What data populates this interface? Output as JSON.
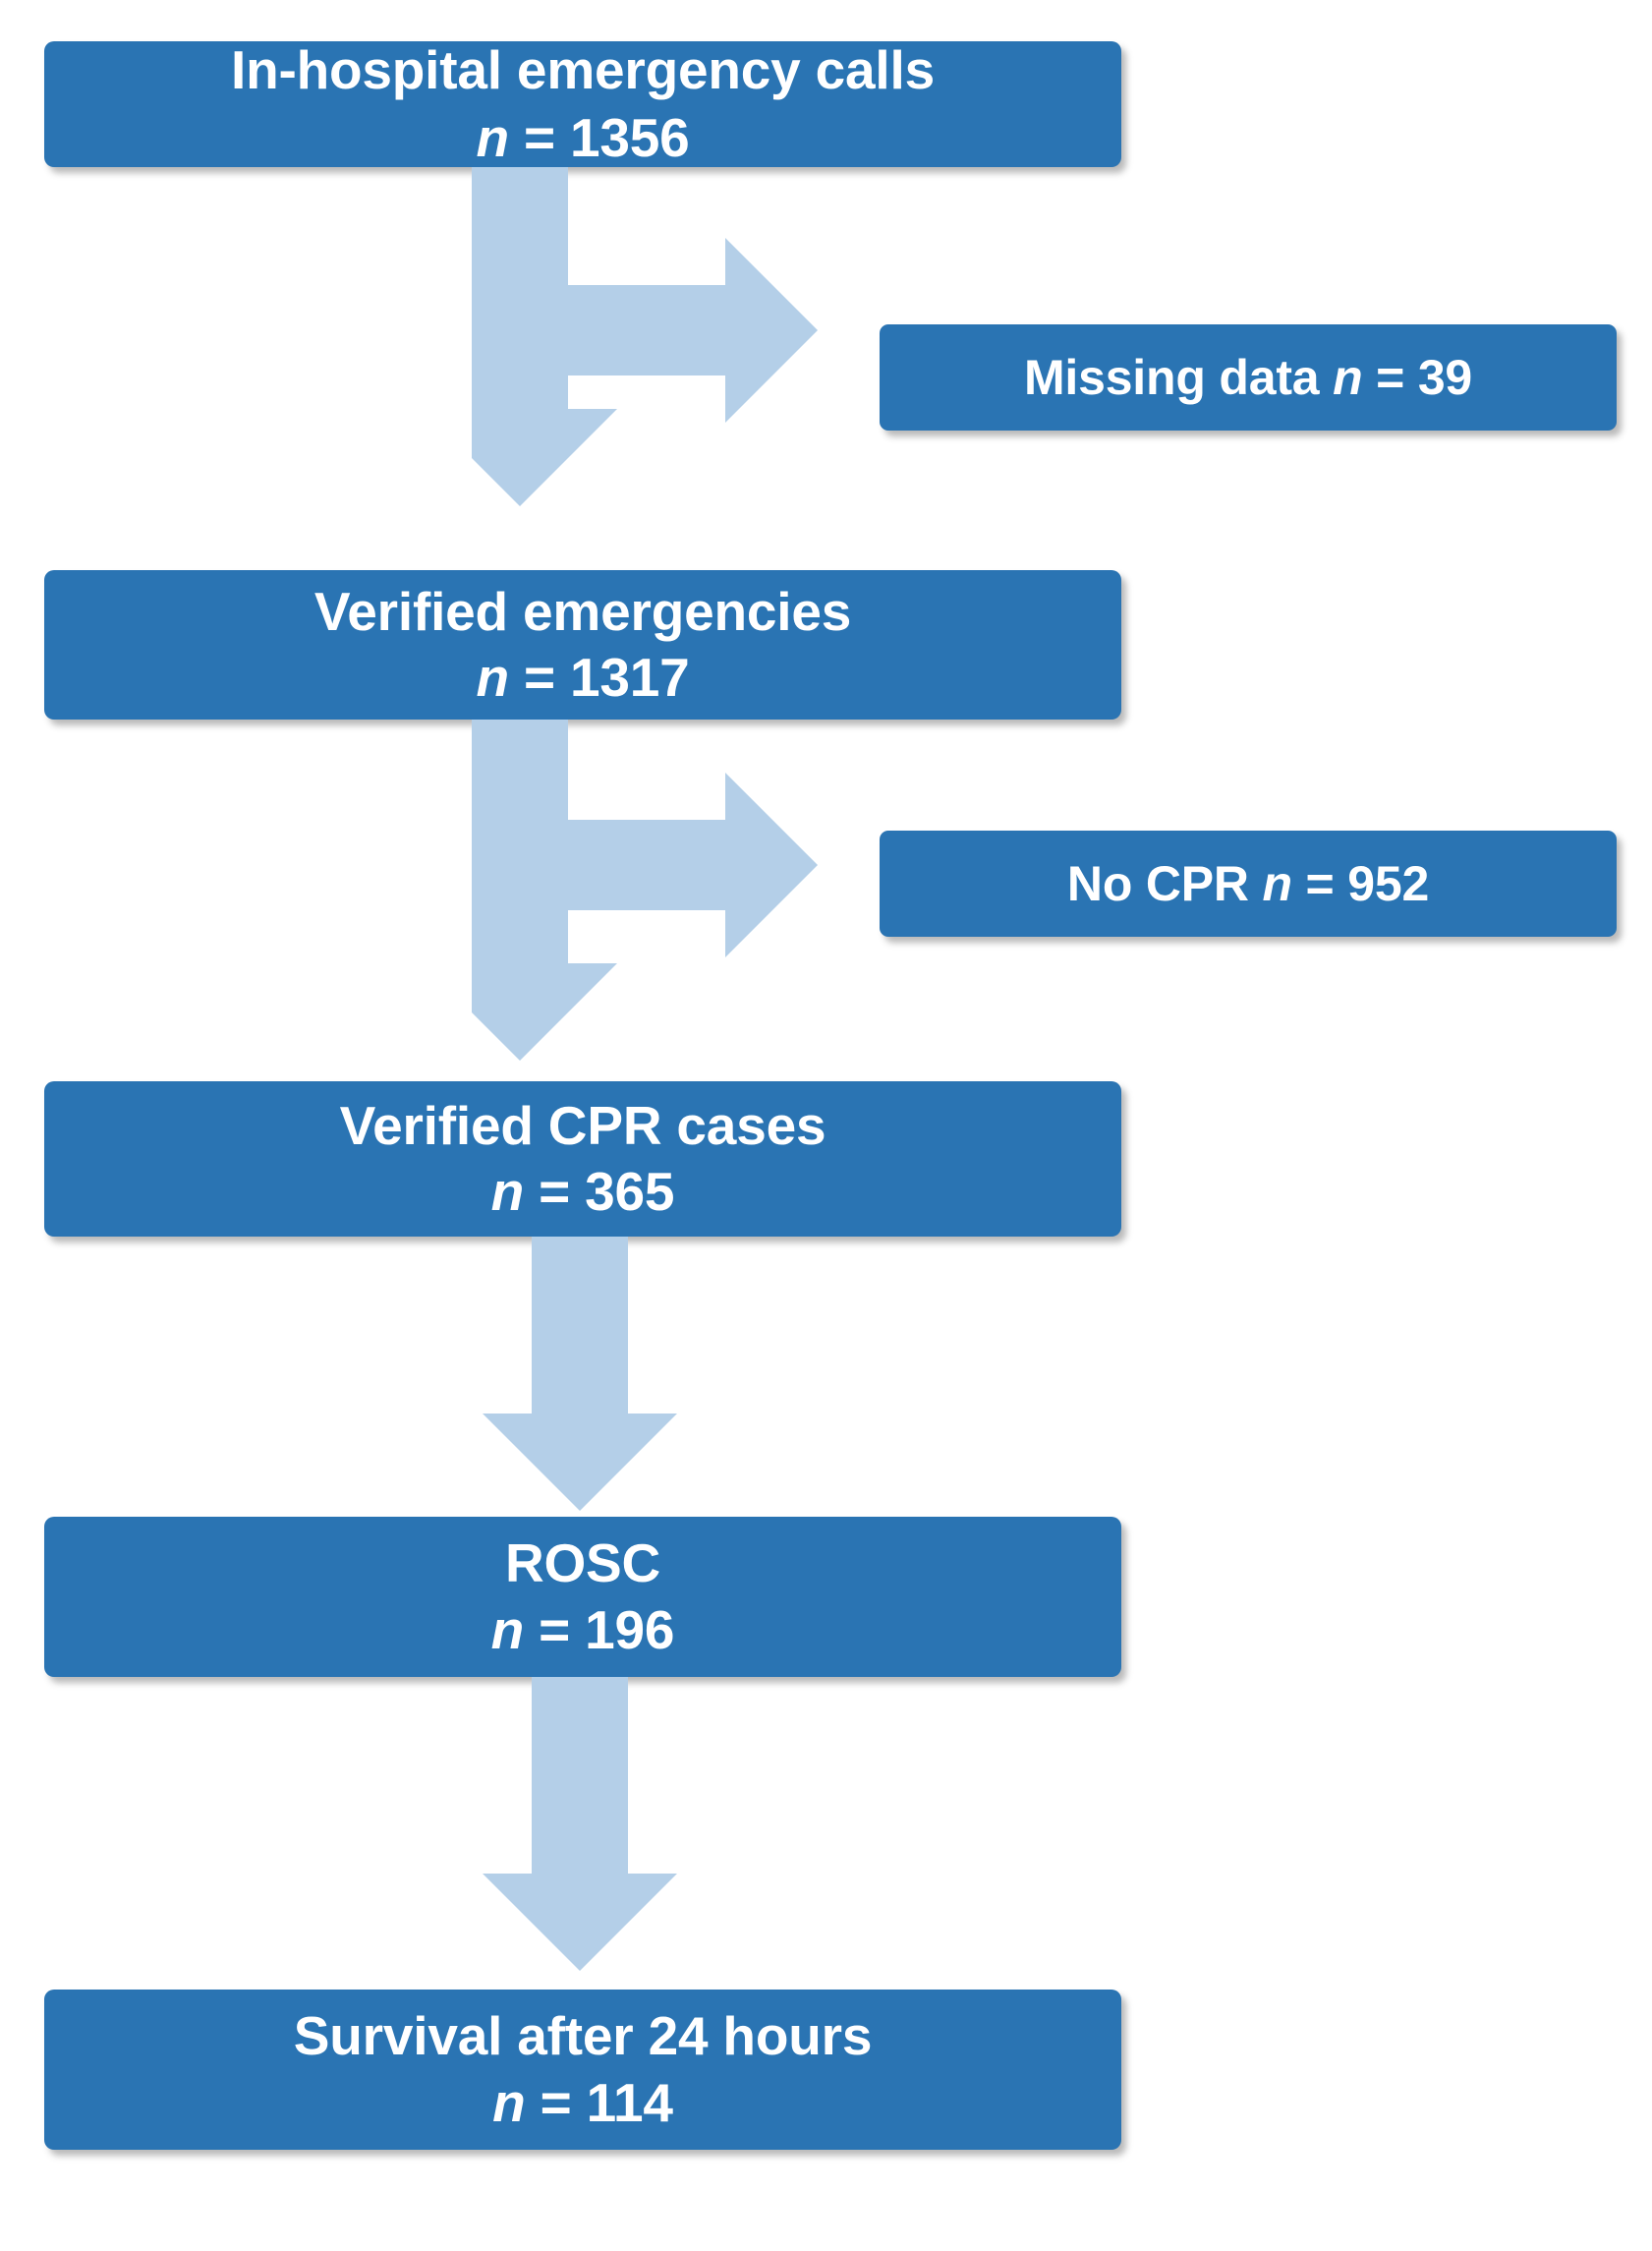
{
  "figure": {
    "type": "flowchart",
    "orientation": "vertical",
    "colors": {
      "node_fill": "#2a74b3",
      "node_text": "#ffffff",
      "arrow_fill": "#b4cfe8",
      "background": "#ffffff"
    }
  },
  "nodes": {
    "calls": {
      "label": "In-hospital emergency calls",
      "n_prefix": "n",
      "n_equals": " = ",
      "n_value": "1356",
      "n_text": "n = 1356"
    },
    "missing": {
      "label": "Missing  data ",
      "n_prefix": "n",
      "n_equals": " = ",
      "n_value": "39",
      "n_text": "n = 39"
    },
    "verified": {
      "label": "Verified emergencies",
      "n_prefix": "n",
      "n_equals": " = ",
      "n_value": "1317",
      "n_text": "n = 1317"
    },
    "nocpr": {
      "label": "No CPR ",
      "n_prefix": "n",
      "n_equals": " = ",
      "n_value": "952",
      "n_text": "n = 952"
    },
    "cprcases": {
      "label": "Verified CPR cases",
      "n_prefix": "n",
      "n_equals": " = ",
      "n_value": "365",
      "n_text": "n = 365"
    },
    "rosc": {
      "label": "ROSC",
      "n_prefix": "n",
      "n_equals": " = ",
      "n_value": "196",
      "n_text": "n = 196"
    },
    "survival": {
      "label": "Survival after 24 hours",
      "n_prefix": "n",
      "n_equals": " = ",
      "n_value": "114",
      "n_text": "n = 114"
    }
  },
  "edges": [
    {
      "id": "arrow-1",
      "from": "calls",
      "to": "verified",
      "branch_to": "missing",
      "kind": "down-and-right"
    },
    {
      "id": "arrow-2",
      "from": "verified",
      "to": "cprcases",
      "branch_to": "nocpr",
      "kind": "down-and-right"
    },
    {
      "id": "arrow-3",
      "from": "cprcases",
      "to": "rosc",
      "branch_to": null,
      "kind": "down"
    },
    {
      "id": "arrow-4",
      "from": "rosc",
      "to": "survival",
      "branch_to": null,
      "kind": "down"
    },
    {
      "id": "arrow-5",
      "from": "survival",
      "to": null,
      "branch_to": null,
      "kind": "down"
    }
  ]
}
